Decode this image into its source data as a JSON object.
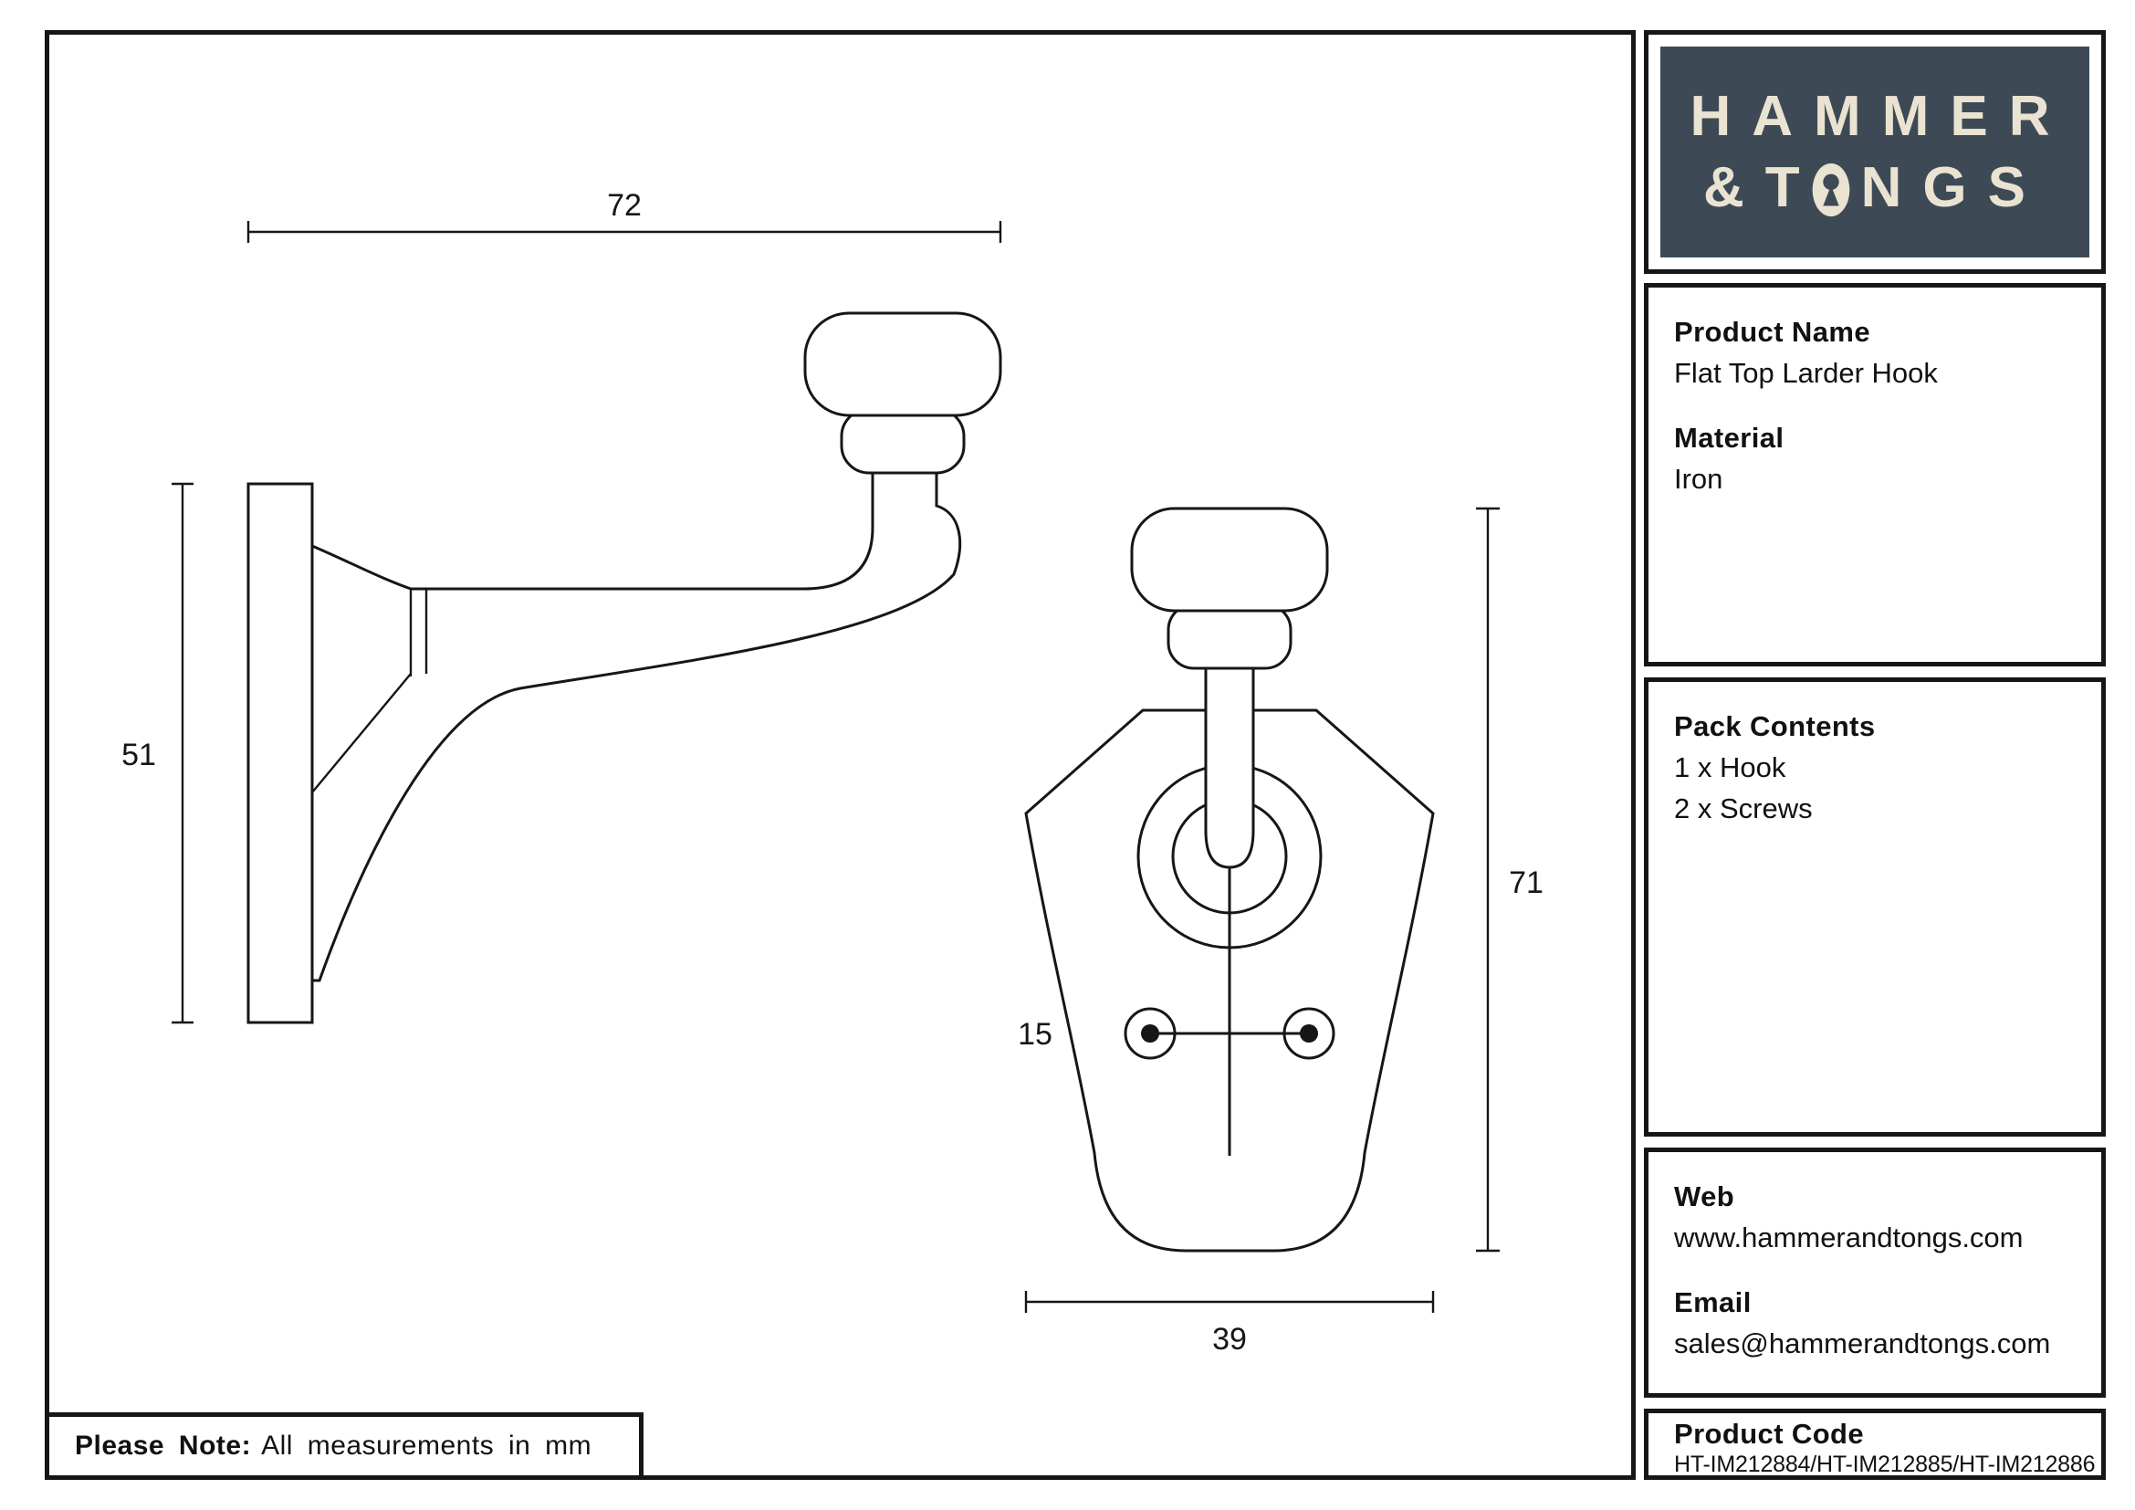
{
  "note": {
    "bold": "Please Note:",
    "rest": "All measurements in mm"
  },
  "logo": {
    "word1": "HAMMER",
    "word2_pre": "&T",
    "word2_post": "NGS",
    "icon": "keyhole-icon"
  },
  "product": {
    "heading": "Product Name",
    "name": "Flat Top Larder Hook",
    "material_heading": "Material",
    "material": "Iron"
  },
  "pack": {
    "heading": "Pack Contents",
    "items": [
      "1 x Hook",
      "2 x Screws"
    ]
  },
  "contact": {
    "web_heading": "Web",
    "web": "www.hammerandtongs.com",
    "email_heading": "Email",
    "email": "sales@hammerandtongs.com"
  },
  "code": {
    "heading": "Product Code",
    "value": "HT-IM212884/HT-IM212885/HT-IM212886"
  },
  "dimensions": {
    "projection": "72",
    "plate_height": "51",
    "height": "71",
    "width": "39",
    "screw_spacing": "15"
  },
  "colors": {
    "logo_bg": "#3d4a55",
    "logo_text": "#eae3d2",
    "line": "#161616"
  }
}
